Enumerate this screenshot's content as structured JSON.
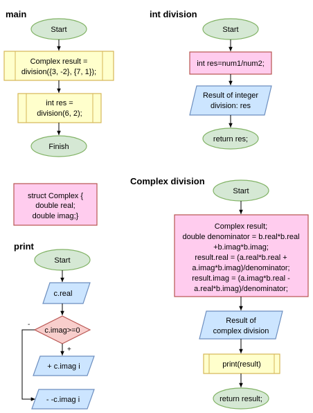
{
  "colors": {
    "terminal_fill": "#d5e8d4",
    "terminal_stroke": "#82b366",
    "process_fill": "#ffccee",
    "process_stroke": "#b85450",
    "subprocess_fill": "#ffffcc",
    "subprocess_stroke": "#d6b656",
    "io_fill": "#cce5ff",
    "io_stroke": "#6c8ebf",
    "decision_fill": "#f8cecc",
    "decision_stroke": "#b85450",
    "edge": "#000000"
  },
  "main": {
    "title": "main",
    "start": "Start",
    "result_line1": "Complex result =",
    "result_line2": "division({3, -2}, {7, 1});",
    "res_line1": "int res =",
    "res_line2": "division(6, 2);",
    "finish": "Finish"
  },
  "int_division": {
    "title": "int division",
    "start": "Start",
    "process": "int res=num1/num2;",
    "output_line1": "Result of integer",
    "output_line2": "division: res",
    "return": "return res;"
  },
  "struct": {
    "line1": "struct Complex {",
    "line2": "double real;",
    "line3": "double imag;}"
  },
  "print": {
    "title": "print",
    "start": "Start",
    "real": "c.real",
    "condition": "c.imag>=0",
    "yes_label": "+",
    "no_label": "-",
    "positive": "+ c.imag i",
    "negative": "- -c.imag i"
  },
  "complex_division": {
    "title": "Complex division",
    "start": "Start",
    "process_lines": [
      "Complex result;",
      "double denominator = b.real*b.real",
      "+b.imag*b.imag;",
      "result.real = (a.real*b.real +",
      "a.imag*b.imag)/denominator;",
      "result.imag = (a.imag*b.real -",
      "a.real*b.imag)/denominator;"
    ],
    "output_line1": "Result of",
    "output_line2": "complex division",
    "print_call": "print(result)",
    "return": "return result;"
  }
}
